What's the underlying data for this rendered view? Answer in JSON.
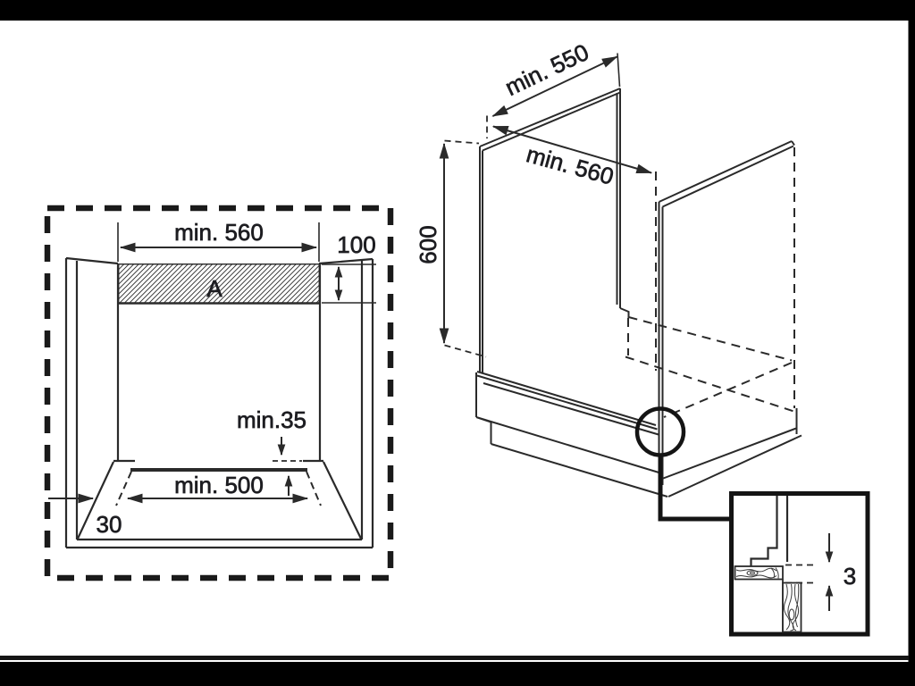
{
  "front_view": {
    "dim_top_width": "min. 560",
    "dim_recess_height": "100",
    "area_label": "A",
    "dim_rear_gap": "min.35",
    "dim_floor_width": "min. 500",
    "dim_side_clearance": "30"
  },
  "iso_view": {
    "dim_depth": "min. 550",
    "dim_width": "min. 560",
    "dim_height": "600"
  },
  "detail_view": {
    "dim_gap": "3"
  },
  "colors": {
    "ink": "#2a2a2a",
    "label": "#1d1d21",
    "frame": "#000000"
  }
}
